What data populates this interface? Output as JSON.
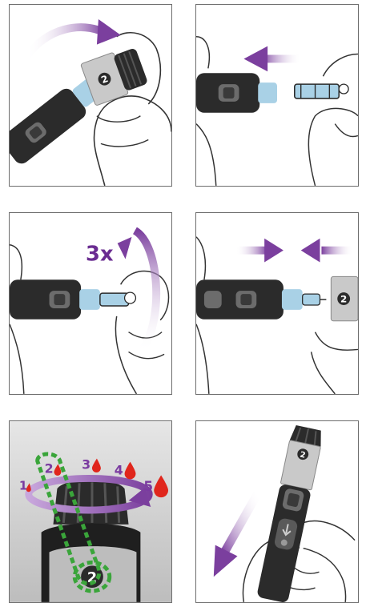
{
  "steps": [
    {
      "id": 1,
      "cap_number": "2"
    },
    {
      "id": 2
    },
    {
      "id": 3,
      "turns_label": "3x"
    },
    {
      "id": 4,
      "cap_number": "2"
    },
    {
      "id": 5,
      "depth_settings": [
        "1",
        "2",
        "3",
        "4",
        "5"
      ],
      "selected": "2",
      "dial_number": "2"
    },
    {
      "id": 6,
      "cap_number": "2"
    }
  ],
  "colors": {
    "arrow_purple": "#7b3f9e",
    "device_black": "#2b2b2b",
    "cap_grey": "#c9c9c9",
    "lancet_blue": "#a9d1e6",
    "highlight_green": "#3aa53a",
    "blood_red": "#e0261c"
  }
}
